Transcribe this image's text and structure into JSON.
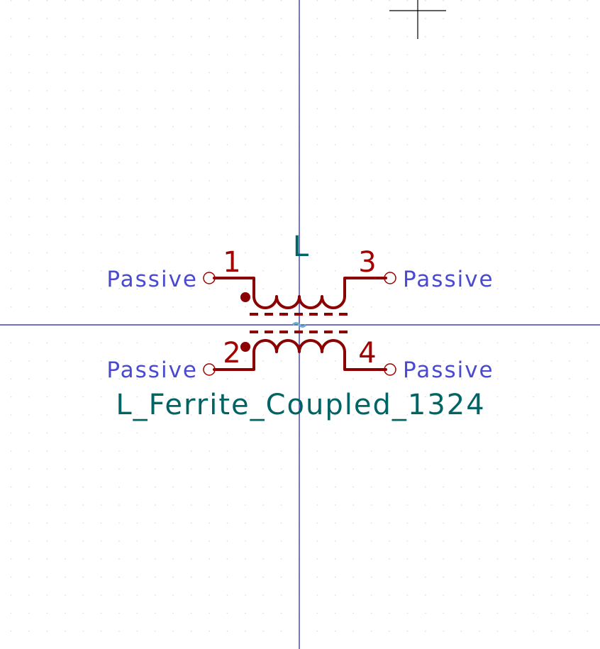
{
  "symbol": {
    "reference": "L",
    "value": "L_Ferrite_Coupled_1324"
  },
  "pins": [
    {
      "number": "1",
      "type": "Passive"
    },
    {
      "number": "2",
      "type": "Passive"
    },
    {
      "number": "3",
      "type": "Passive"
    },
    {
      "number": "4",
      "type": "Passive"
    }
  ],
  "colors": {
    "background": "#ffffff",
    "grid_dot": "#d8d8d8",
    "axis": "#1a1aa8",
    "symbol_body": "#8b0000",
    "pin_number": "#a00000",
    "pin_type": "#4a4ad0",
    "field_text": "#006464",
    "anchor": "#6ab0c8",
    "cursor": "#000000"
  }
}
